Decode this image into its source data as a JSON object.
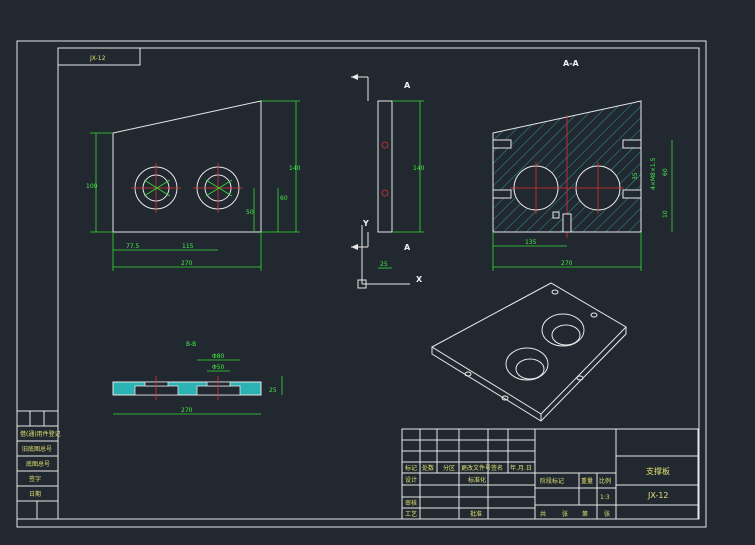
{
  "views": {
    "section_a_label": "A-A",
    "section_b_label": "B-B",
    "arrow_label_top": "A",
    "arrow_label_bottom": "A",
    "axis_y": "Y",
    "axis_x": "X"
  },
  "dims": {
    "front_height": "100",
    "front_total_height": "140",
    "front_hole_offset": "50",
    "front_side": "60",
    "front_x1": "77.5",
    "front_pitch": "115",
    "front_width": "270",
    "side_height": "140",
    "side_thick": "25",
    "section_thread": "4×M8×1.5",
    "section_60": "60",
    "section_r": "35",
    "section_10": "10",
    "section_width_a": "135",
    "section_width_b": "270",
    "bottom_d1": "Φ80",
    "bottom_d2": "Φ50",
    "bottom_width": "270",
    "bottom_h": "25"
  },
  "title_block": {
    "part_name": "支撑板",
    "drawing_no": "JX-12",
    "scale": "1:3",
    "material_label": "阶段标记",
    "weight_label": "重量",
    "scale_label": "比例",
    "headers": [
      "标记",
      "处数",
      "分区",
      "更改文件号",
      "签名",
      "年.月.日"
    ],
    "design": "设计",
    "standard": "标准化",
    "review": "审核",
    "process": "工艺",
    "approve": "批准",
    "sheets": [
      "共",
      "张",
      "第",
      "张"
    ]
  },
  "top_label": "JX-12",
  "left_strip": [
    "借(通)用件登记",
    "旧底图总号",
    "底图总号",
    "签字",
    "日期"
  ]
}
